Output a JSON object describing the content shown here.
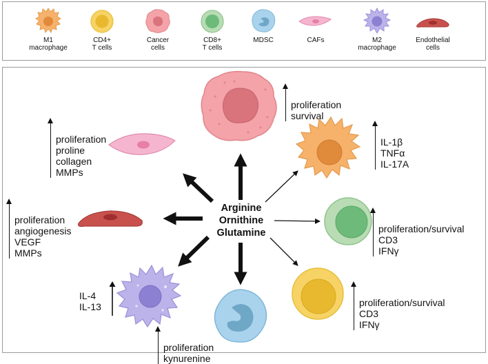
{
  "legend": {
    "items": [
      {
        "label": "M1\nmacrophage",
        "icon": "m1-macrophage-icon"
      },
      {
        "label": "CD4+\nT cells",
        "icon": "cd4-t-cell-icon"
      },
      {
        "label": "Cancer\ncells",
        "icon": "cancer-cell-icon"
      },
      {
        "label": "CD8+\nT cells",
        "icon": "cd8-t-cell-icon"
      },
      {
        "label": "MDSC",
        "icon": "mdsc-icon"
      },
      {
        "label": "CAFs",
        "icon": "caf-icon"
      },
      {
        "label": "M2\nmacrophage",
        "icon": "m2-macrophage-icon"
      },
      {
        "label": "Endothelial\ncells",
        "icon": "endothelial-cell-icon"
      }
    ]
  },
  "center": {
    "lines": "Arginine\nOrnithine\nGlutamine"
  },
  "effects": {
    "cancer": "proliferation\nsurvival",
    "m1": "IL-1β\nTNFα\nIL-17A",
    "cd8": "proliferation/survival\nCD3\nIFNγ",
    "cd4": "proliferation/survival\nCD3\nIFNγ",
    "mdsc": "proliferation\nkynurenine",
    "m2": "IL-4\nIL-13",
    "endothelial": "proliferation\nangiogenesis\nVEGF\nMMPs",
    "caf": "proliferation\nproline\ncollagen\nMMPs"
  },
  "colors": {
    "m1_fill": "#f6b26b",
    "m1_nucleus": "#e08a3c",
    "cd4_fill": "#f7d366",
    "cd4_nucleus": "#e8b92e",
    "cancer_fill": "#f4a3a8",
    "cancer_nucleus": "#d9737c",
    "cd8_fill": "#b9dcb4",
    "cd8_nucleus": "#6dba7a",
    "mdsc_fill": "#a9d3ec",
    "mdsc_nucleus": "#6fa7c7",
    "caf_fill": "#f5b5cf",
    "caf_nucleus": "#e77fa6",
    "m2_fill": "#bcb3ea",
    "m2_nucleus": "#8c80d2",
    "endo_fill": "#c9514d",
    "endo_nucleus": "#9e2f2e",
    "arrow": "#111111"
  }
}
